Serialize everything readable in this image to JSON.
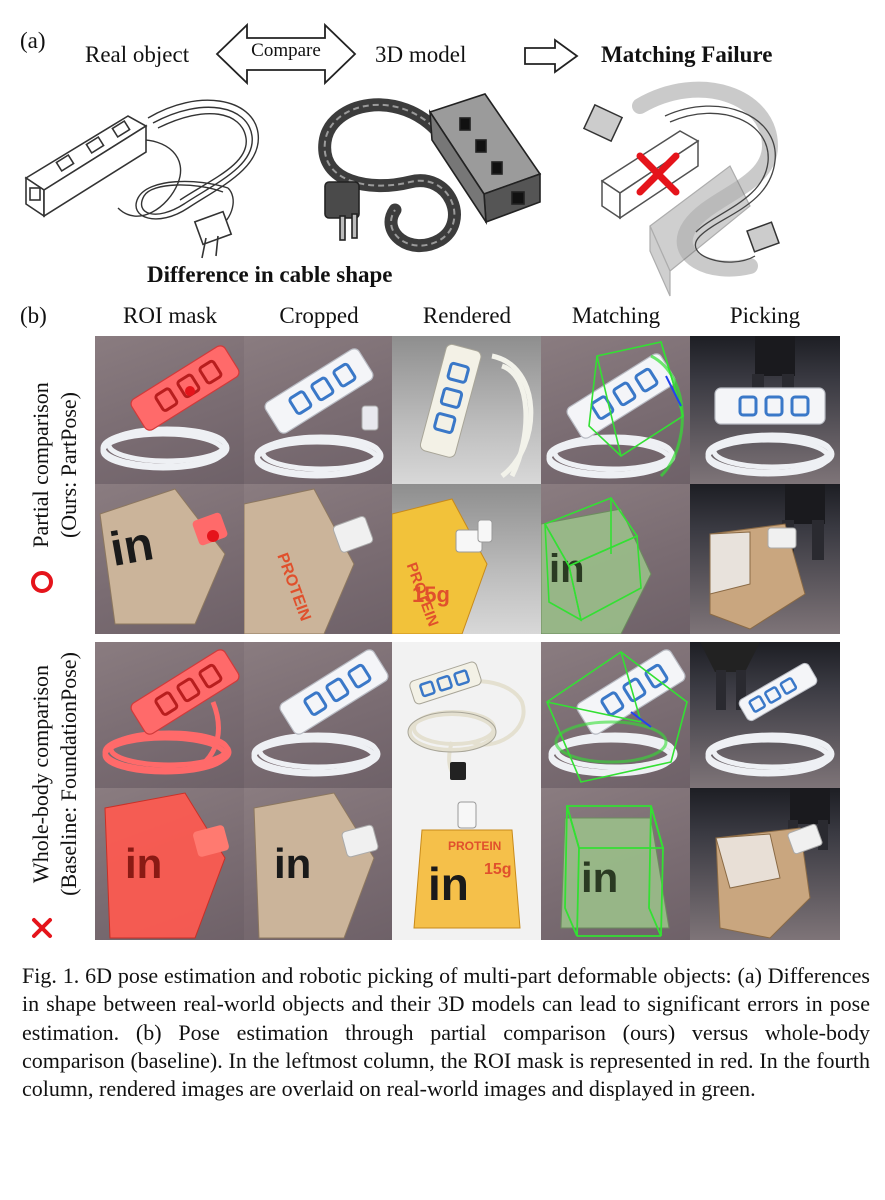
{
  "part_a": {
    "label": "(a)",
    "real_object": "Real object",
    "compare": "Compare",
    "model_3d": "3D model",
    "result": "Matching Failure",
    "difference": "Difference in cable shape"
  },
  "part_b": {
    "label": "(b)",
    "columns": [
      "ROI mask",
      "Cropped",
      "Rendered",
      "Matching",
      "Picking"
    ],
    "groups": [
      {
        "marker": "circle",
        "marker_color": "#e5141b",
        "line1": "Partial comparison",
        "line2": "(Ours: PartPose)"
      },
      {
        "marker": "cross",
        "marker_color": "#e5141b",
        "line1": "Whole-body comparison",
        "line2": "(Baseline: FoundationPose)"
      }
    ],
    "pouch_text": {
      "brand": "in",
      "product": "PROTEIN",
      "amount": "15g"
    }
  },
  "caption": {
    "text": "Fig. 1.   6D pose estimation and robotic picking of multi-part deformable objects: (a) Differences in shape between real-world objects and their 3D models can lead to significant errors in pose estimation. (b) Pose estimation through partial comparison (ours) versus whole-body comparison (baseline). In the leftmost column, the ROI mask is represented in red. In the fourth column, rendered images are overlaid on real-world images and displayed in green."
  },
  "colors": {
    "mask_red": "#ff5a5a",
    "overlay_green": "#33e033",
    "outlet_blue": "#3a78c8"
  }
}
